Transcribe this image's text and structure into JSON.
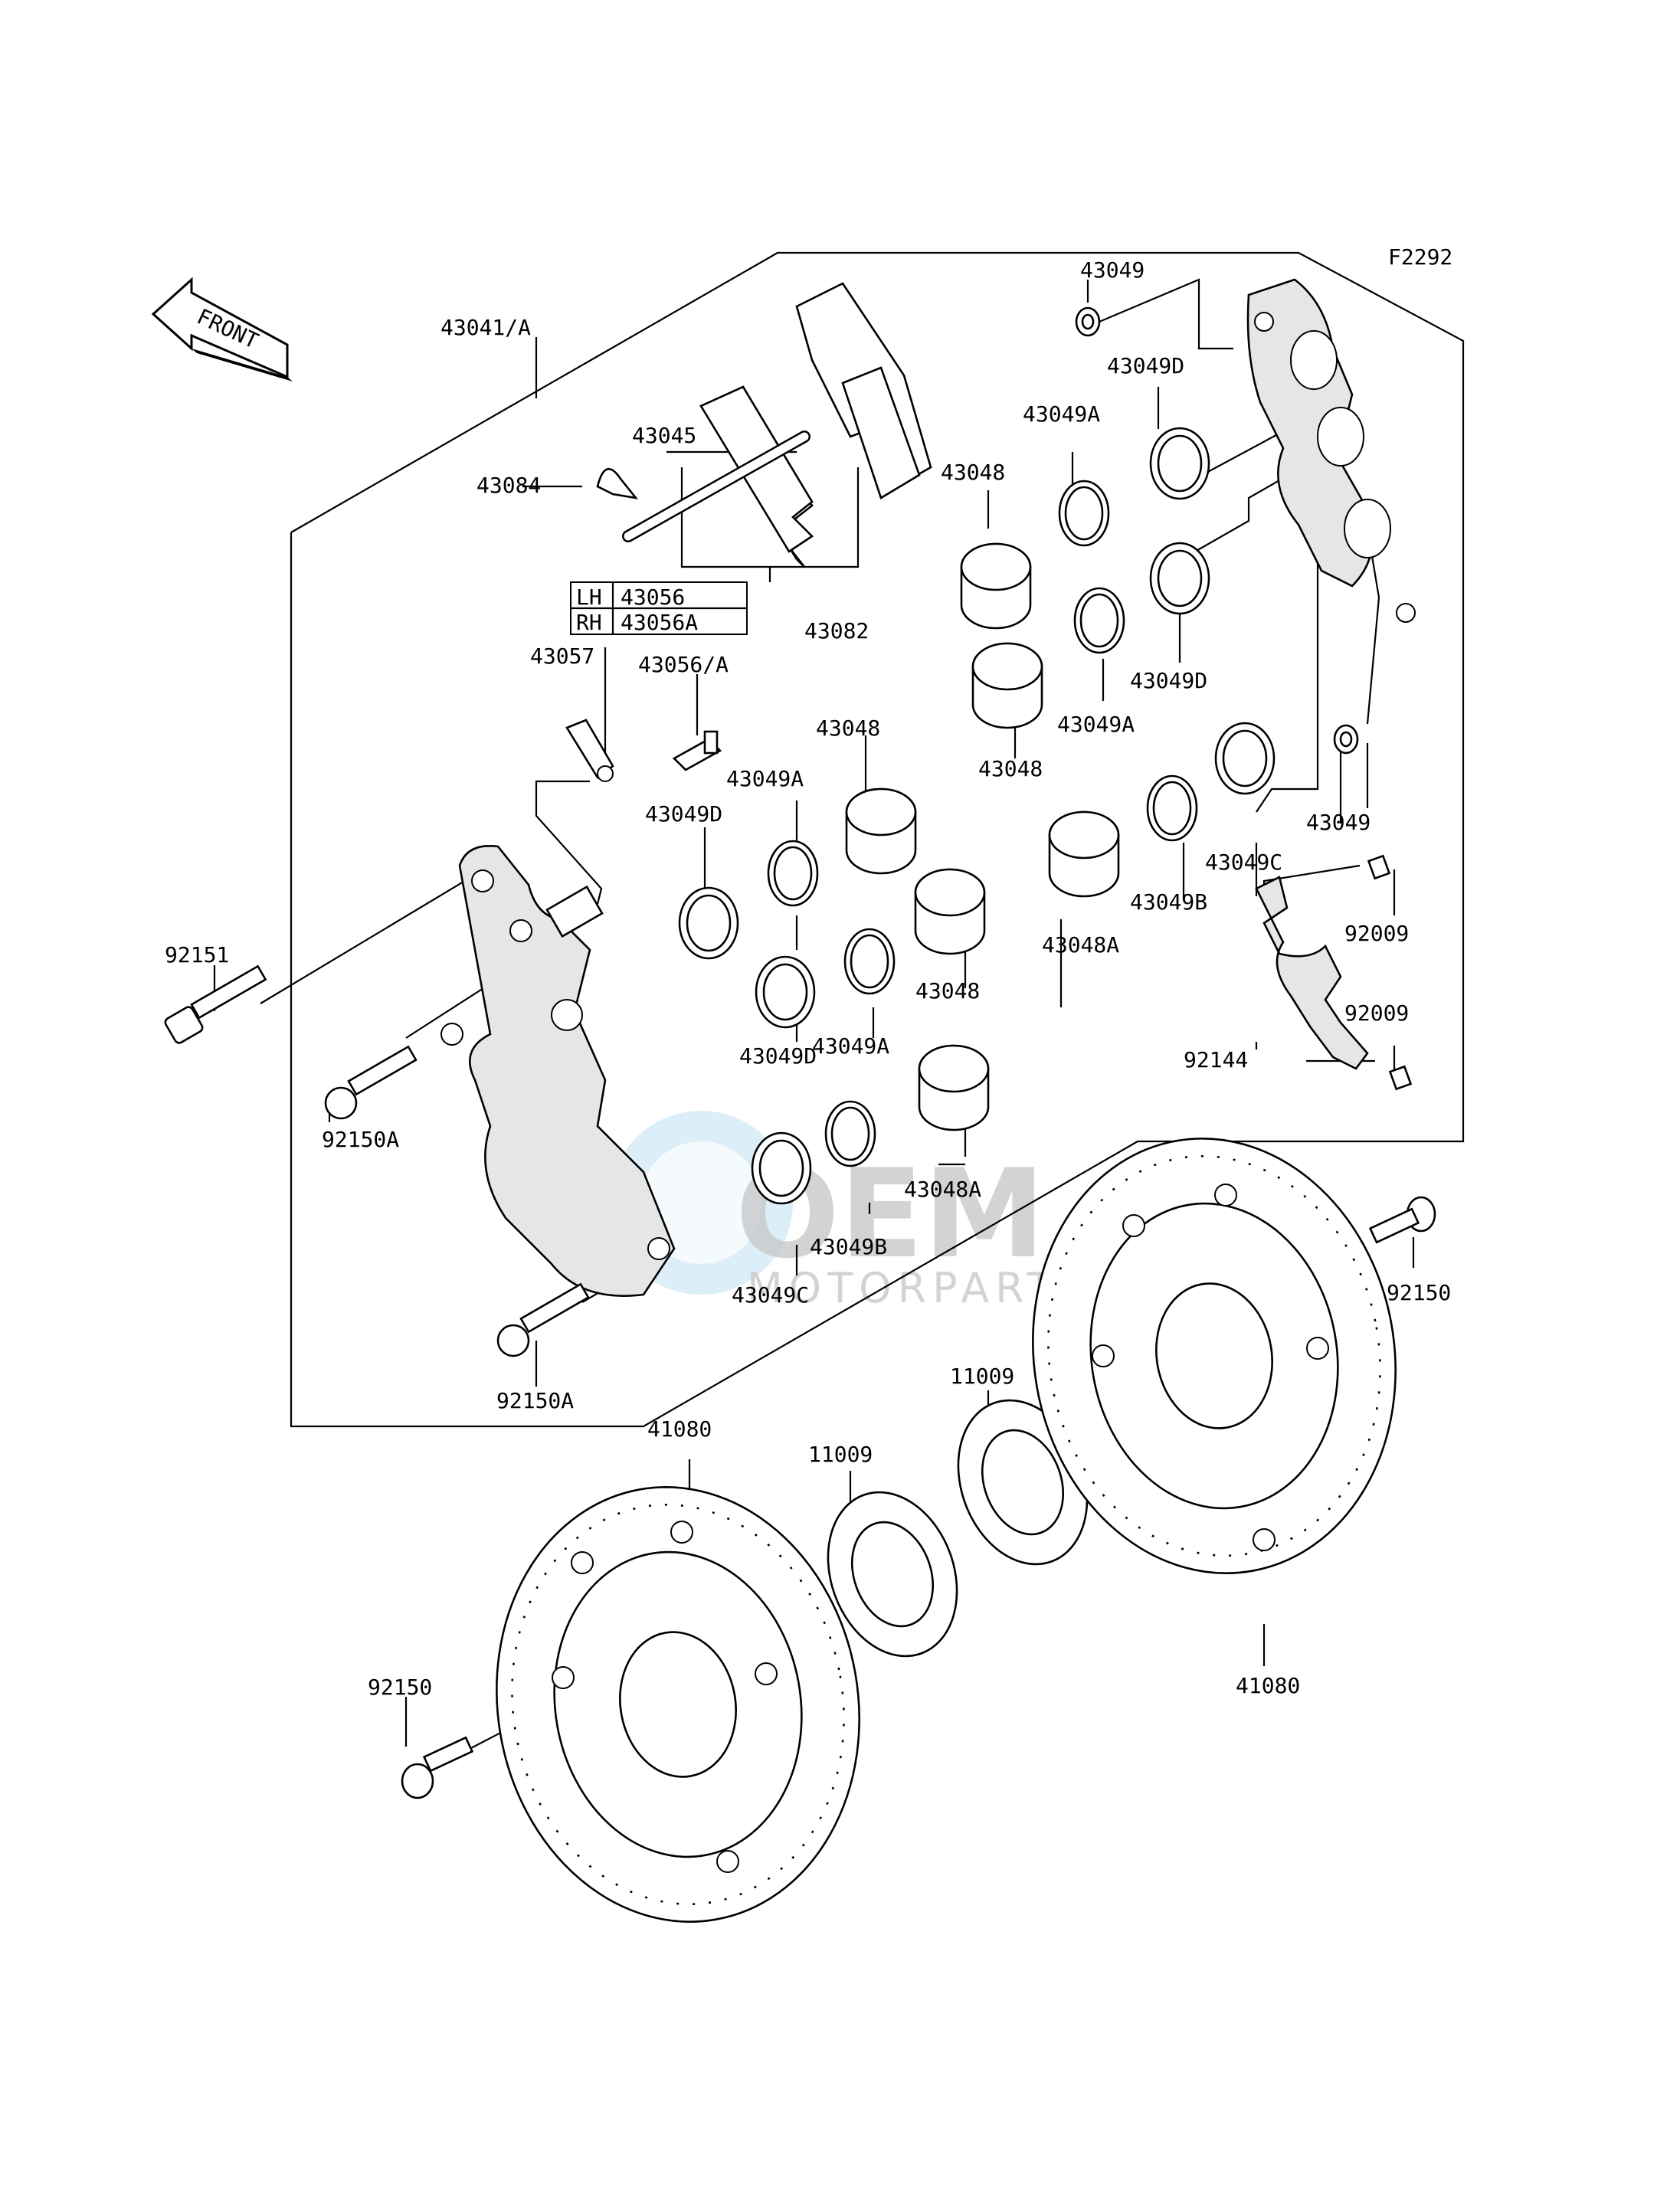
{
  "figure_code": "F2292",
  "front_label": "FRONT",
  "watermark": {
    "brand": "OEM",
    "sub": "MOTORPARTS"
  },
  "side_table": [
    {
      "side": "LH",
      "part": "43056"
    },
    {
      "side": "RH",
      "part": "43056A"
    }
  ],
  "labels": {
    "l43041": "43041/A",
    "l43045": "43045",
    "l43084": "43084",
    "l43082": "43082",
    "l43057": "43057",
    "l43056a": "43056/A",
    "l43048_top": "43048",
    "l43048_mid": "43048",
    "l43048_c1": "43048",
    "l43048_c2": "43048",
    "l43048a_r": "43048A",
    "l43048a_c": "43048A",
    "l43049_top": "43049",
    "l43049_r": "43049",
    "l43049d_top": "43049D",
    "l43049d_r": "43049D",
    "l43049d_c1": "43049D",
    "l43049d_c2": "43049D",
    "l43049a_top": "43049A",
    "l43049a_r": "43049A",
    "l43049a_c1": "43049A",
    "l43049a_c2": "43049A",
    "l43049b_r": "43049B",
    "l43049b_c": "43049B",
    "l43049c_r": "43049C",
    "l43049c_c": "43049C",
    "l92009_a": "92009",
    "l92009_b": "92009",
    "l92144": "92144",
    "l92151": "92151",
    "l92150a_1": "92150A",
    "l92150a_2": "92150A",
    "l92150_r": "92150",
    "l92150_l": "92150",
    "l11009_r": "11009",
    "l11009_l": "11009",
    "l41080_l": "41080",
    "l41080_r": "41080"
  }
}
